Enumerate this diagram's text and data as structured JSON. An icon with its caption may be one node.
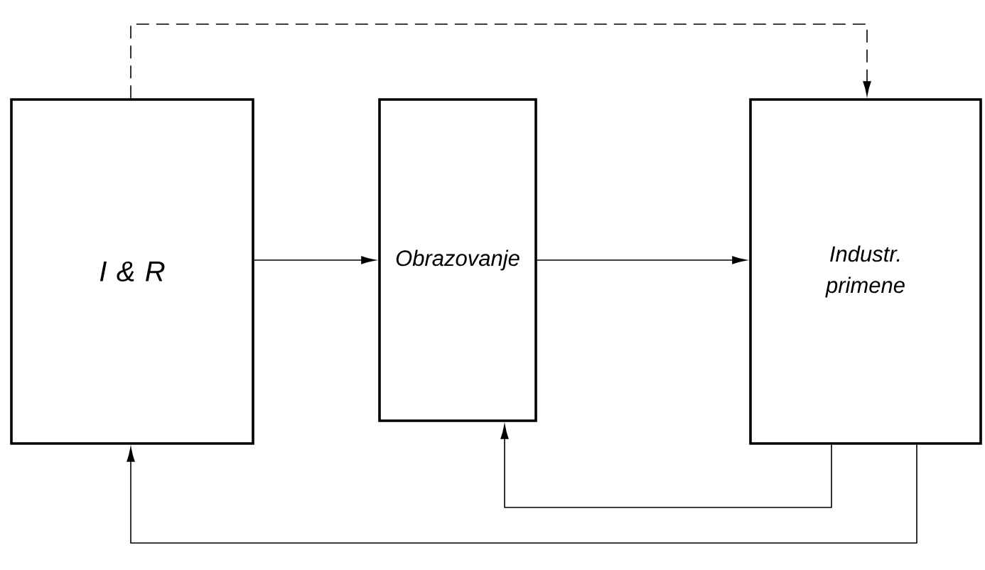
{
  "diagram": {
    "nodes": [
      {
        "text": [
          "I & R"
        ]
      },
      {
        "text": [
          "Obrazovanje"
        ]
      },
      {
        "text": [
          "Industr. primene"
        ]
      }
    ],
    "edges": [
      {
        "from": 0,
        "to": 1,
        "arrow": "to"
      },
      {
        "from": 1,
        "to": 2,
        "arrow": "to"
      },
      {
        "from": 0,
        "to": 2,
        "arrow": "to",
        "style": "dashed"
      },
      {
        "from": 2,
        "to": 1,
        "arrow": "to"
      },
      {
        "from": 2,
        "to": 0,
        "arrow": "to"
      }
    ]
  }
}
